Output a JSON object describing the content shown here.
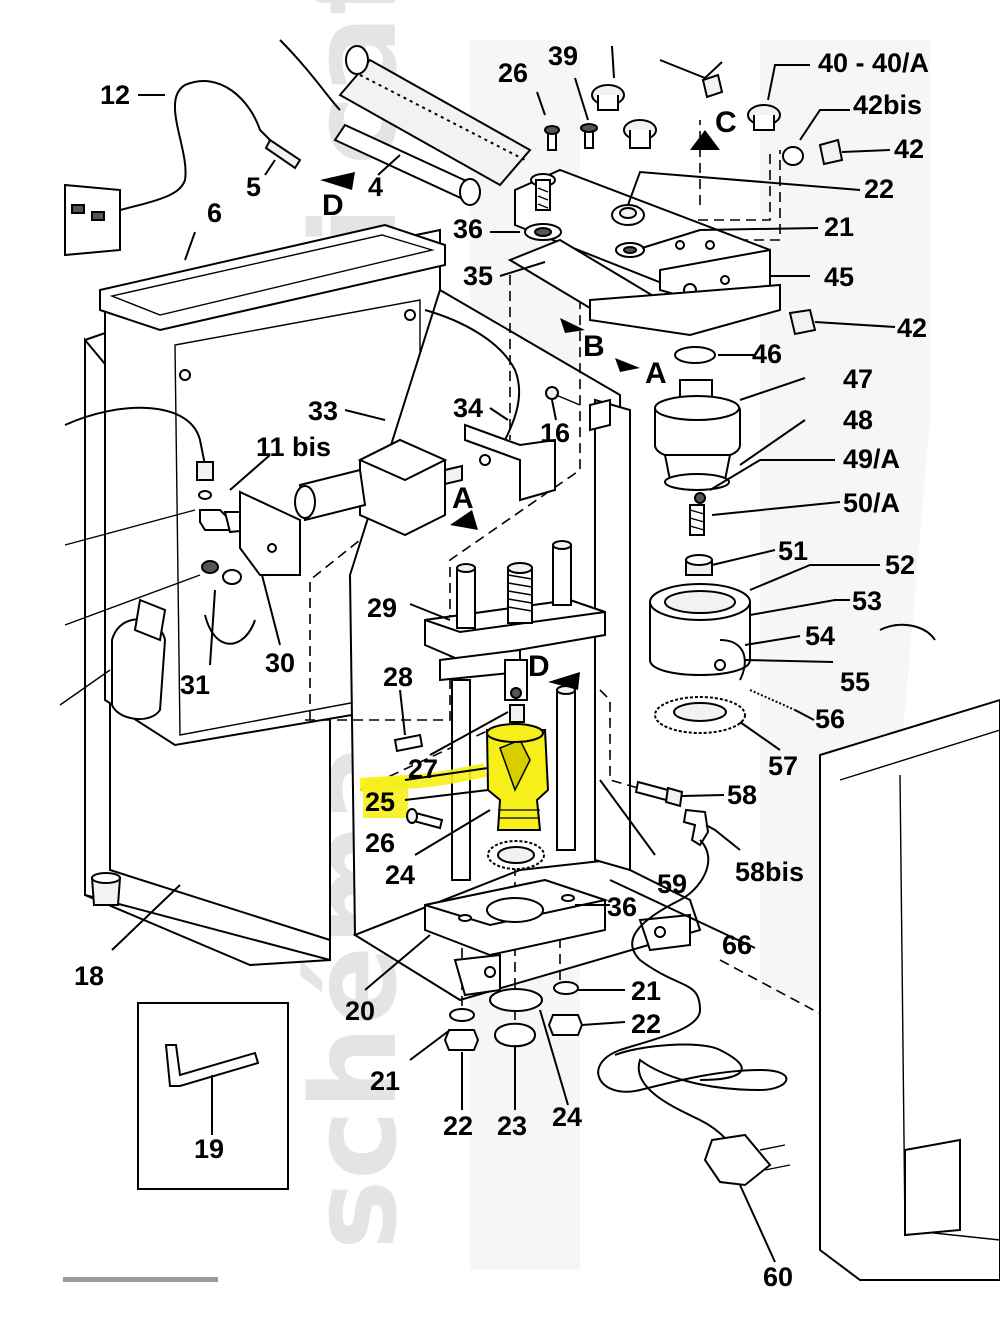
{
  "title": "",
  "watermark": "schéma ricambi caffè",
  "highlight": {
    "part": "25",
    "color": "#f7ef1a"
  },
  "direction_markers": [
    "A",
    "A",
    "B",
    "C",
    "D",
    "D"
  ],
  "labels": {
    "l12": "12",
    "l5": "5",
    "l4": "4",
    "l6": "6",
    "l26a": "26",
    "l39": "39",
    "l40": "40 - 40/A",
    "l42bis": "42bis",
    "l42a": "42",
    "l22a": "22",
    "l36a": "36",
    "l21a": "21",
    "l35": "35",
    "l45": "45",
    "l42b": "42",
    "l46": "46",
    "l47": "47",
    "l48": "48",
    "l49a": "49/A",
    "l50a": "50/A",
    "l51": "51",
    "l52": "52",
    "l53": "53",
    "l54": "54",
    "l55": "55",
    "l56": "56",
    "l57": "57",
    "l33": "33",
    "l34": "34",
    "l16": "16",
    "l11bis": "11 bis",
    "l29": "29",
    "l30": "30",
    "l31": "31",
    "l28": "28",
    "l27": "27",
    "l25": "25",
    "l26b": "26",
    "l24a": "24",
    "l58": "58",
    "l58bis": "58bis",
    "l59": "59",
    "l36b": "36",
    "l66": "66",
    "l18": "18",
    "l20": "20",
    "l21b": "21",
    "l21c": "21",
    "l22b": "22",
    "l22c": "22",
    "l23": "23",
    "l24b": "24",
    "l19": "19",
    "l60": "60"
  },
  "colors": {
    "line": "#000000",
    "background": "#ffffff",
    "watermark": "#cfcfcf"
  }
}
